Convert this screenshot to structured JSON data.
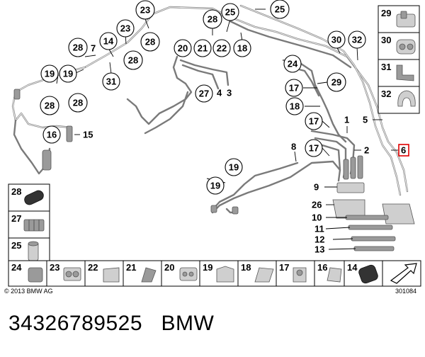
{
  "copyright": "© 2013 BMW AG",
  "drawing_number": "301084",
  "caption": "34326789525   BMW",
  "callouts": [
    {
      "label": "23"
    },
    {
      "label": "23"
    },
    {
      "label": "28"
    },
    {
      "label": "25"
    },
    {
      "label": "25"
    },
    {
      "label": "14"
    },
    {
      "label": "28"
    },
    {
      "label": "28"
    },
    {
      "label": "18"
    },
    {
      "label": "28"
    },
    {
      "label": "20"
    },
    {
      "label": "21"
    },
    {
      "label": "22"
    },
    {
      "label": "30"
    },
    {
      "label": "32"
    },
    {
      "label": "19"
    },
    {
      "label": "19"
    },
    {
      "label": "31"
    },
    {
      "label": "24"
    },
    {
      "label": "28"
    },
    {
      "label": "28"
    },
    {
      "label": "27"
    },
    {
      "label": "17"
    },
    {
      "label": "29"
    },
    {
      "label": "18"
    },
    {
      "label": "16"
    },
    {
      "label": "17"
    },
    {
      "label": "17"
    },
    {
      "label": "19"
    },
    {
      "label": "19"
    }
  ],
  "plain_labels": [
    {
      "label": "7"
    },
    {
      "label": "4"
    },
    {
      "label": "3"
    },
    {
      "label": "15"
    },
    {
      "label": "1"
    },
    {
      "label": "5"
    },
    {
      "label": "2"
    },
    {
      "label": "8"
    },
    {
      "label": "9"
    },
    {
      "label": "26"
    },
    {
      "label": "10"
    },
    {
      "label": "11"
    },
    {
      "label": "12"
    },
    {
      "label": "13"
    }
  ],
  "highlighted_label": "6",
  "legend_right": [
    "29",
    "30",
    "31",
    "32"
  ],
  "legend_left": [
    "28",
    "27",
    "25"
  ],
  "legend_bottom": [
    "24",
    "23",
    "22",
    "21",
    "20",
    "19",
    "18",
    "17",
    "16",
    "14"
  ]
}
